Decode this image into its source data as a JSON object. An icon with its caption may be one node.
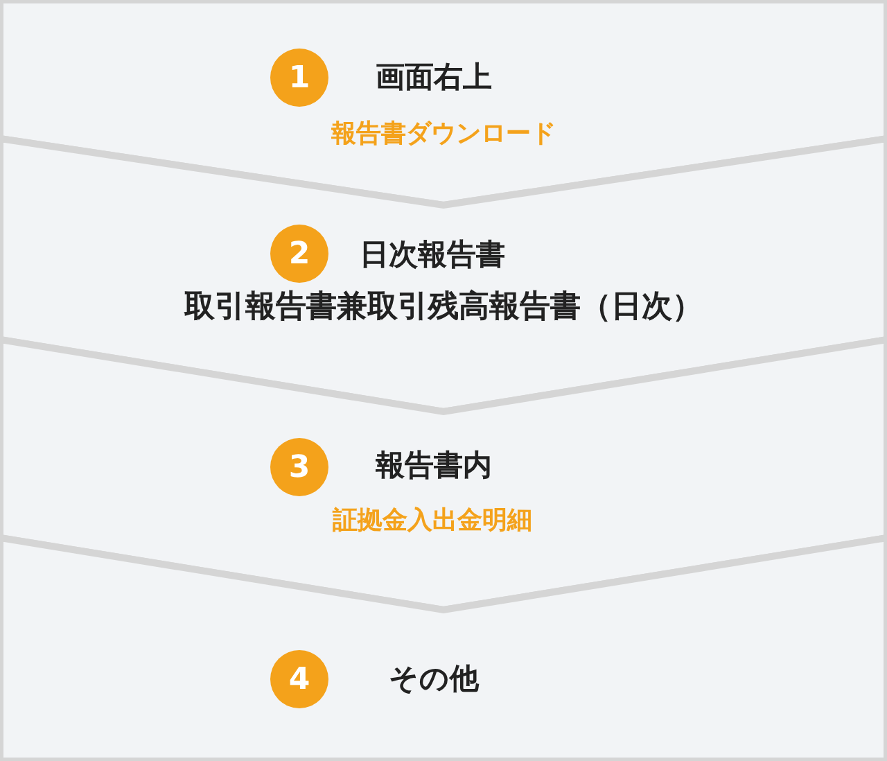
{
  "diagram": {
    "nodes": [
      {
        "text": [
          "画面右上",
          "報告書ダウンロード"
        ]
      },
      {
        "text": [
          "1"
        ],
        "in": 0
      },
      {
        "text": [
          "日次報告書",
          "取引報告書兼取引残高報告書（日次）"
        ]
      },
      {
        "text": [
          "2"
        ],
        "in": 2
      },
      {
        "text": [
          "報告書内",
          "証拠金入出金明細"
        ]
      },
      {
        "text": [
          "3"
        ],
        "in": 4
      },
      {
        "text": [
          "その他"
        ]
      },
      {
        "text": [
          "4"
        ],
        "in": 6
      }
    ]
  }
}
